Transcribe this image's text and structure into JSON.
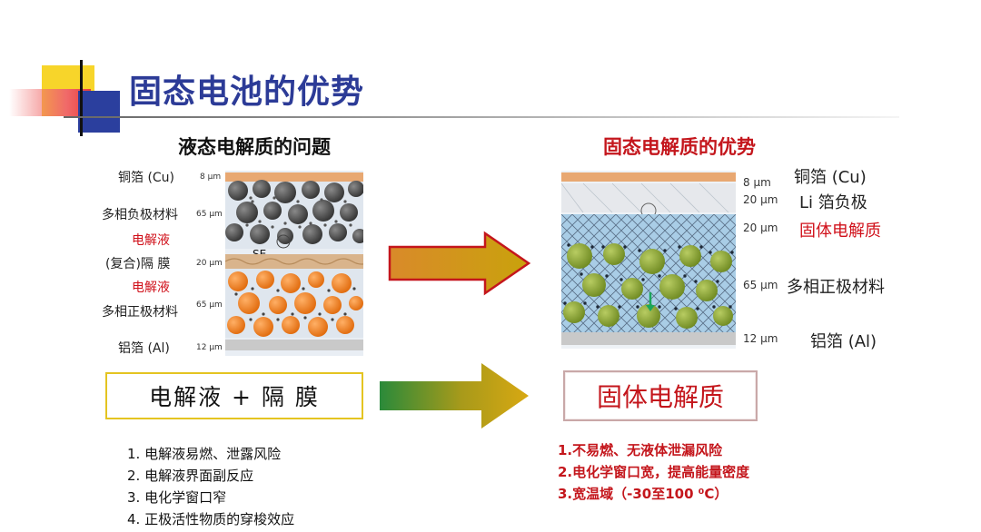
{
  "title": "固态电池的优势",
  "left": {
    "heading": "液态电解质的问题",
    "labels": {
      "cu": "铜箔 (Cu)",
      "anode": "多相负极材料",
      "electrolyte1": "电解液",
      "separator": "(复合)隔 膜",
      "electrolyte2": "电解液",
      "cathode": "多相正极材料",
      "al": "铝箔 (Al)"
    },
    "thickness": {
      "cu": "8 μm",
      "anode": "65 μm",
      "separator": "20 μm",
      "cathode": "65 μm",
      "al": "12 μm"
    },
    "se_label": "SE",
    "box": "电解液 + 隔 膜",
    "problems": [
      "1. 电解液易燃、泄露风险",
      "2. 电解液界面副反应",
      "3. 电化学窗口窄",
      "4. 正极活性物质的穿梭效应"
    ]
  },
  "right": {
    "heading": "固态电解质的优势",
    "labels": {
      "cu": "铜箔 (Cu)",
      "anode": "Li 箔负极",
      "electrolyte": "固体电解质",
      "cathode": "多相正极材料",
      "al": "铝箔 (Al)"
    },
    "thickness": {
      "cu": "8 μm",
      "anode": "20 μm",
      "electrolyte": "20 μm",
      "cathode": "65 μm",
      "al": "12 μm"
    },
    "box": "固体电解质",
    "advantages": [
      "1.不易燃、无液体泄漏风险",
      "2.电化学窗口宽，提高能量密度",
      "3.宽温域（-30至100 ⁰C）"
    ]
  },
  "colors": {
    "title": "#2c3b97",
    "accent_red": "#c4161c",
    "box_border": "#e4c421",
    "anode_particle": "#4a4a4a",
    "cathode_particle_left": "#f07f1a",
    "cathode_particle_right": "#8ea53a",
    "copper": "#e8a872"
  }
}
